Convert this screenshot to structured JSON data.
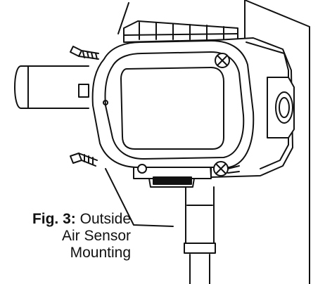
{
  "caption": {
    "figure_number": "Fig. 3:",
    "line1": "Outside",
    "line2": "Air Sensor",
    "line3": "Mounting"
  }
}
